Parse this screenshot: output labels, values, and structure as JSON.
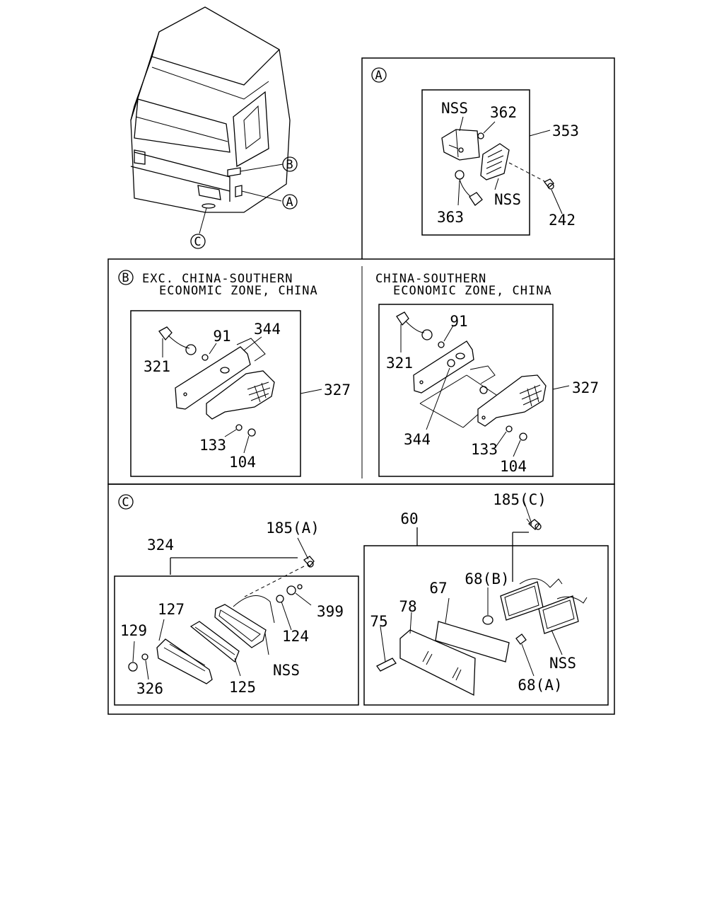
{
  "callouts": {
    "a": "A",
    "b": "B",
    "c": "C"
  },
  "section_a": {
    "marker": "A",
    "labels": {
      "nss_top": "NSS",
      "p362": "362",
      "p353": "353",
      "nss_lens": "NSS",
      "p363": "363",
      "p242": "242"
    }
  },
  "section_b": {
    "marker": "B",
    "left": {
      "heading_line1": "EXC. CHINA-SOUTHERN",
      "heading_line2": "ECONOMIC ZONE, CHINA",
      "labels": {
        "p91": "91",
        "p344": "344",
        "p321": "321",
        "p327": "327",
        "p133": "133",
        "p104": "104"
      }
    },
    "right": {
      "heading_line1": "CHINA-SOUTHERN",
      "heading_line2": "ECONOMIC ZONE, CHINA",
      "labels": {
        "p91": "91",
        "p321": "321",
        "p327": "327",
        "p344": "344",
        "p133": "133",
        "p104": "104"
      }
    }
  },
  "section_c": {
    "marker": "C",
    "left": {
      "labels": {
        "p324": "324",
        "p185a": "185(A)",
        "p127": "127",
        "p399": "399",
        "p129": "129",
        "p124": "124",
        "nss": "NSS",
        "p326": "326",
        "p125": "125"
      }
    },
    "right": {
      "labels": {
        "p185c": "185(C)",
        "p60": "60",
        "p67": "67",
        "p68b": "68(B)",
        "p78": "78",
        "p75": "75",
        "nss": "NSS",
        "p68a": "68(A)"
      }
    }
  }
}
